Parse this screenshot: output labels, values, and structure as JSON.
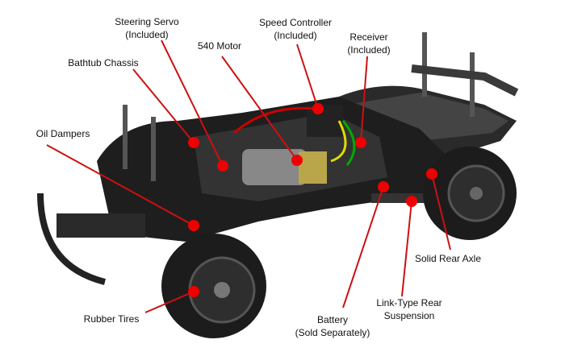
{
  "labels": {
    "steering_servo": [
      "Steering Servo",
      "(Included)"
    ],
    "speed_controller": [
      "Speed Controller",
      "(Included)"
    ],
    "receiver": [
      "Receiver",
      "(Included)"
    ],
    "motor": "540 Motor",
    "chassis": "Bathtub Chassis",
    "oil_dampers": "Oil Dampers",
    "rubber_tires": "Rubber Tires",
    "battery": [
      "Battery",
      "(Sold Separately)"
    ],
    "rear_suspension": [
      "Link-Type Rear",
      "Suspension"
    ],
    "rear_axle": "Solid Rear Axle"
  },
  "colors": {
    "callout": "#cc1111",
    "dot": "#ee0000"
  }
}
